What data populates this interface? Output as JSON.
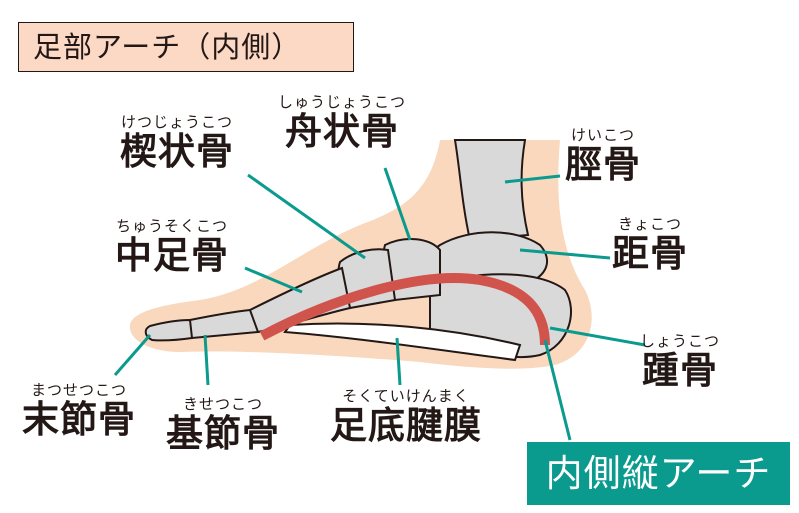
{
  "title": "足部アーチ（内側）",
  "labels": {
    "cuneiform": {
      "ruby": "けつじょうこつ",
      "name": "楔状骨"
    },
    "navicular": {
      "ruby": "しゅうじょうこつ",
      "name": "舟状骨"
    },
    "tibia": {
      "ruby": "けいこつ",
      "name": "脛骨"
    },
    "metatarsal": {
      "ruby": "ちゅうそくこつ",
      "name": "中足骨"
    },
    "talus": {
      "ruby": "きょこつ",
      "name": "距骨"
    },
    "calcaneus": {
      "ruby": "しょうこつ",
      "name": "踵骨"
    },
    "distal_phalanx": {
      "ruby": "まつせつこつ",
      "name": "末節骨"
    },
    "proximal_phalanx": {
      "ruby": "きせつこつ",
      "name": "基節骨"
    },
    "plantar_fascia": {
      "ruby": "そくていけんまく",
      "name": "足底腱膜"
    }
  },
  "arch_label": "内側縦アーチ",
  "colors": {
    "teal": "#0a9a8e",
    "skin": "#f9d8bd",
    "title_bg": "#fbd9c5",
    "bone": "#d9d9d9",
    "arch": "#d0544c"
  }
}
